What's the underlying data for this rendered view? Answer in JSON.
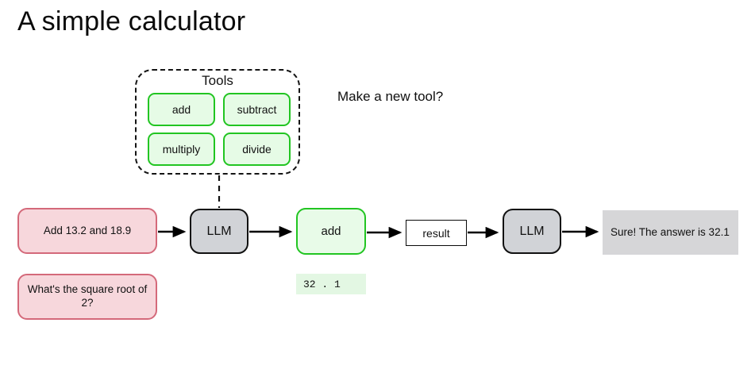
{
  "page": {
    "title": "A simple calculator"
  },
  "tools_panel": {
    "title": "Tools",
    "tools": [
      {
        "label": "add"
      },
      {
        "label": "subtract"
      },
      {
        "label": "multiply"
      },
      {
        "label": "divide"
      }
    ]
  },
  "annotations": {
    "make_new_tool": "Make a new tool?"
  },
  "pipeline": {
    "prompt_1": "Add 13.2 and 18.9",
    "prompt_2": "What's the square root of 2?",
    "llm_1": "LLM",
    "tool_call": "add",
    "tool_output": "32 . 1",
    "result": "result",
    "llm_2": "LLM",
    "final_answer": "Sure! The answer is 32.1"
  },
  "colors": {
    "prompt_fill": "#f7d7dc",
    "prompt_border": "#d4697a",
    "llm_fill": "#d1d3d7",
    "llm_border": "#111111",
    "tool_fill": "#e8fbe8",
    "tool_border": "#22c522",
    "tool_output_fill": "#e3f7e3",
    "answer_fill": "#d6d6d8",
    "result_fill": "#ffffff",
    "arrow": "#000000",
    "panel_border": "#141414"
  }
}
